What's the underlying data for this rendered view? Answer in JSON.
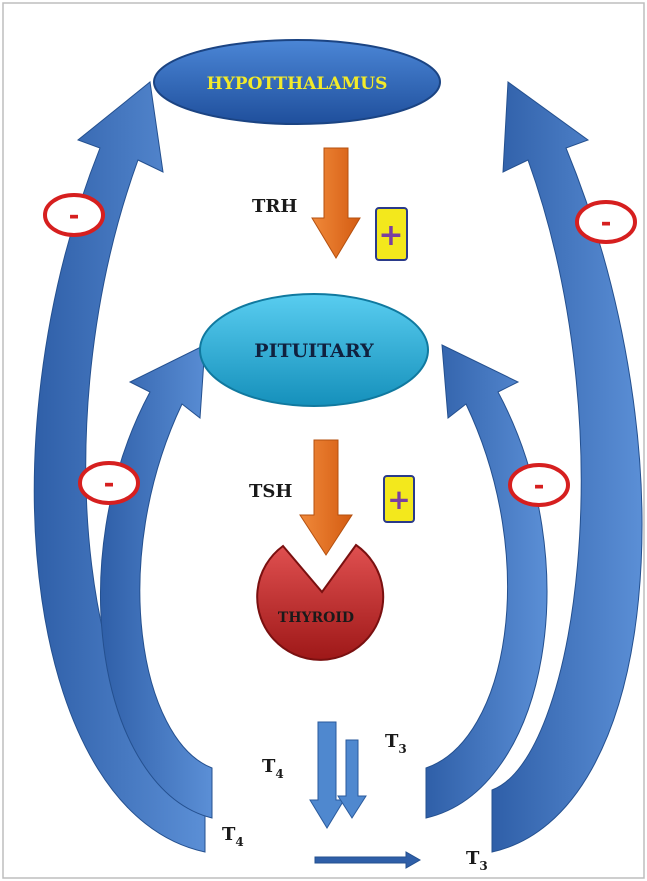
{
  "nodes": {
    "hypothalamus": "HYPOTTHALAMUS",
    "pituitary": "PITUITARY",
    "thyroid": "THYROID"
  },
  "hormones": {
    "trh": "TRH",
    "tsh": "TSH",
    "t4_symbol": "T",
    "t4_subscript": "4",
    "t3_symbol": "T",
    "t3_subscript": "3"
  },
  "signs": {
    "positive": "+",
    "negative": "-"
  },
  "colors": {
    "hypothalamus": "#2f63b4",
    "pituitary": "#2aa7cf",
    "thyroid": "#c62828",
    "stimulation_arrow": "#e36b1d",
    "feedback_arrow": "#3b6fb6",
    "plus_box": "#f3e81c",
    "plus_sign": "#7a3fa0",
    "minus_badge_border": "#d61f1f"
  }
}
